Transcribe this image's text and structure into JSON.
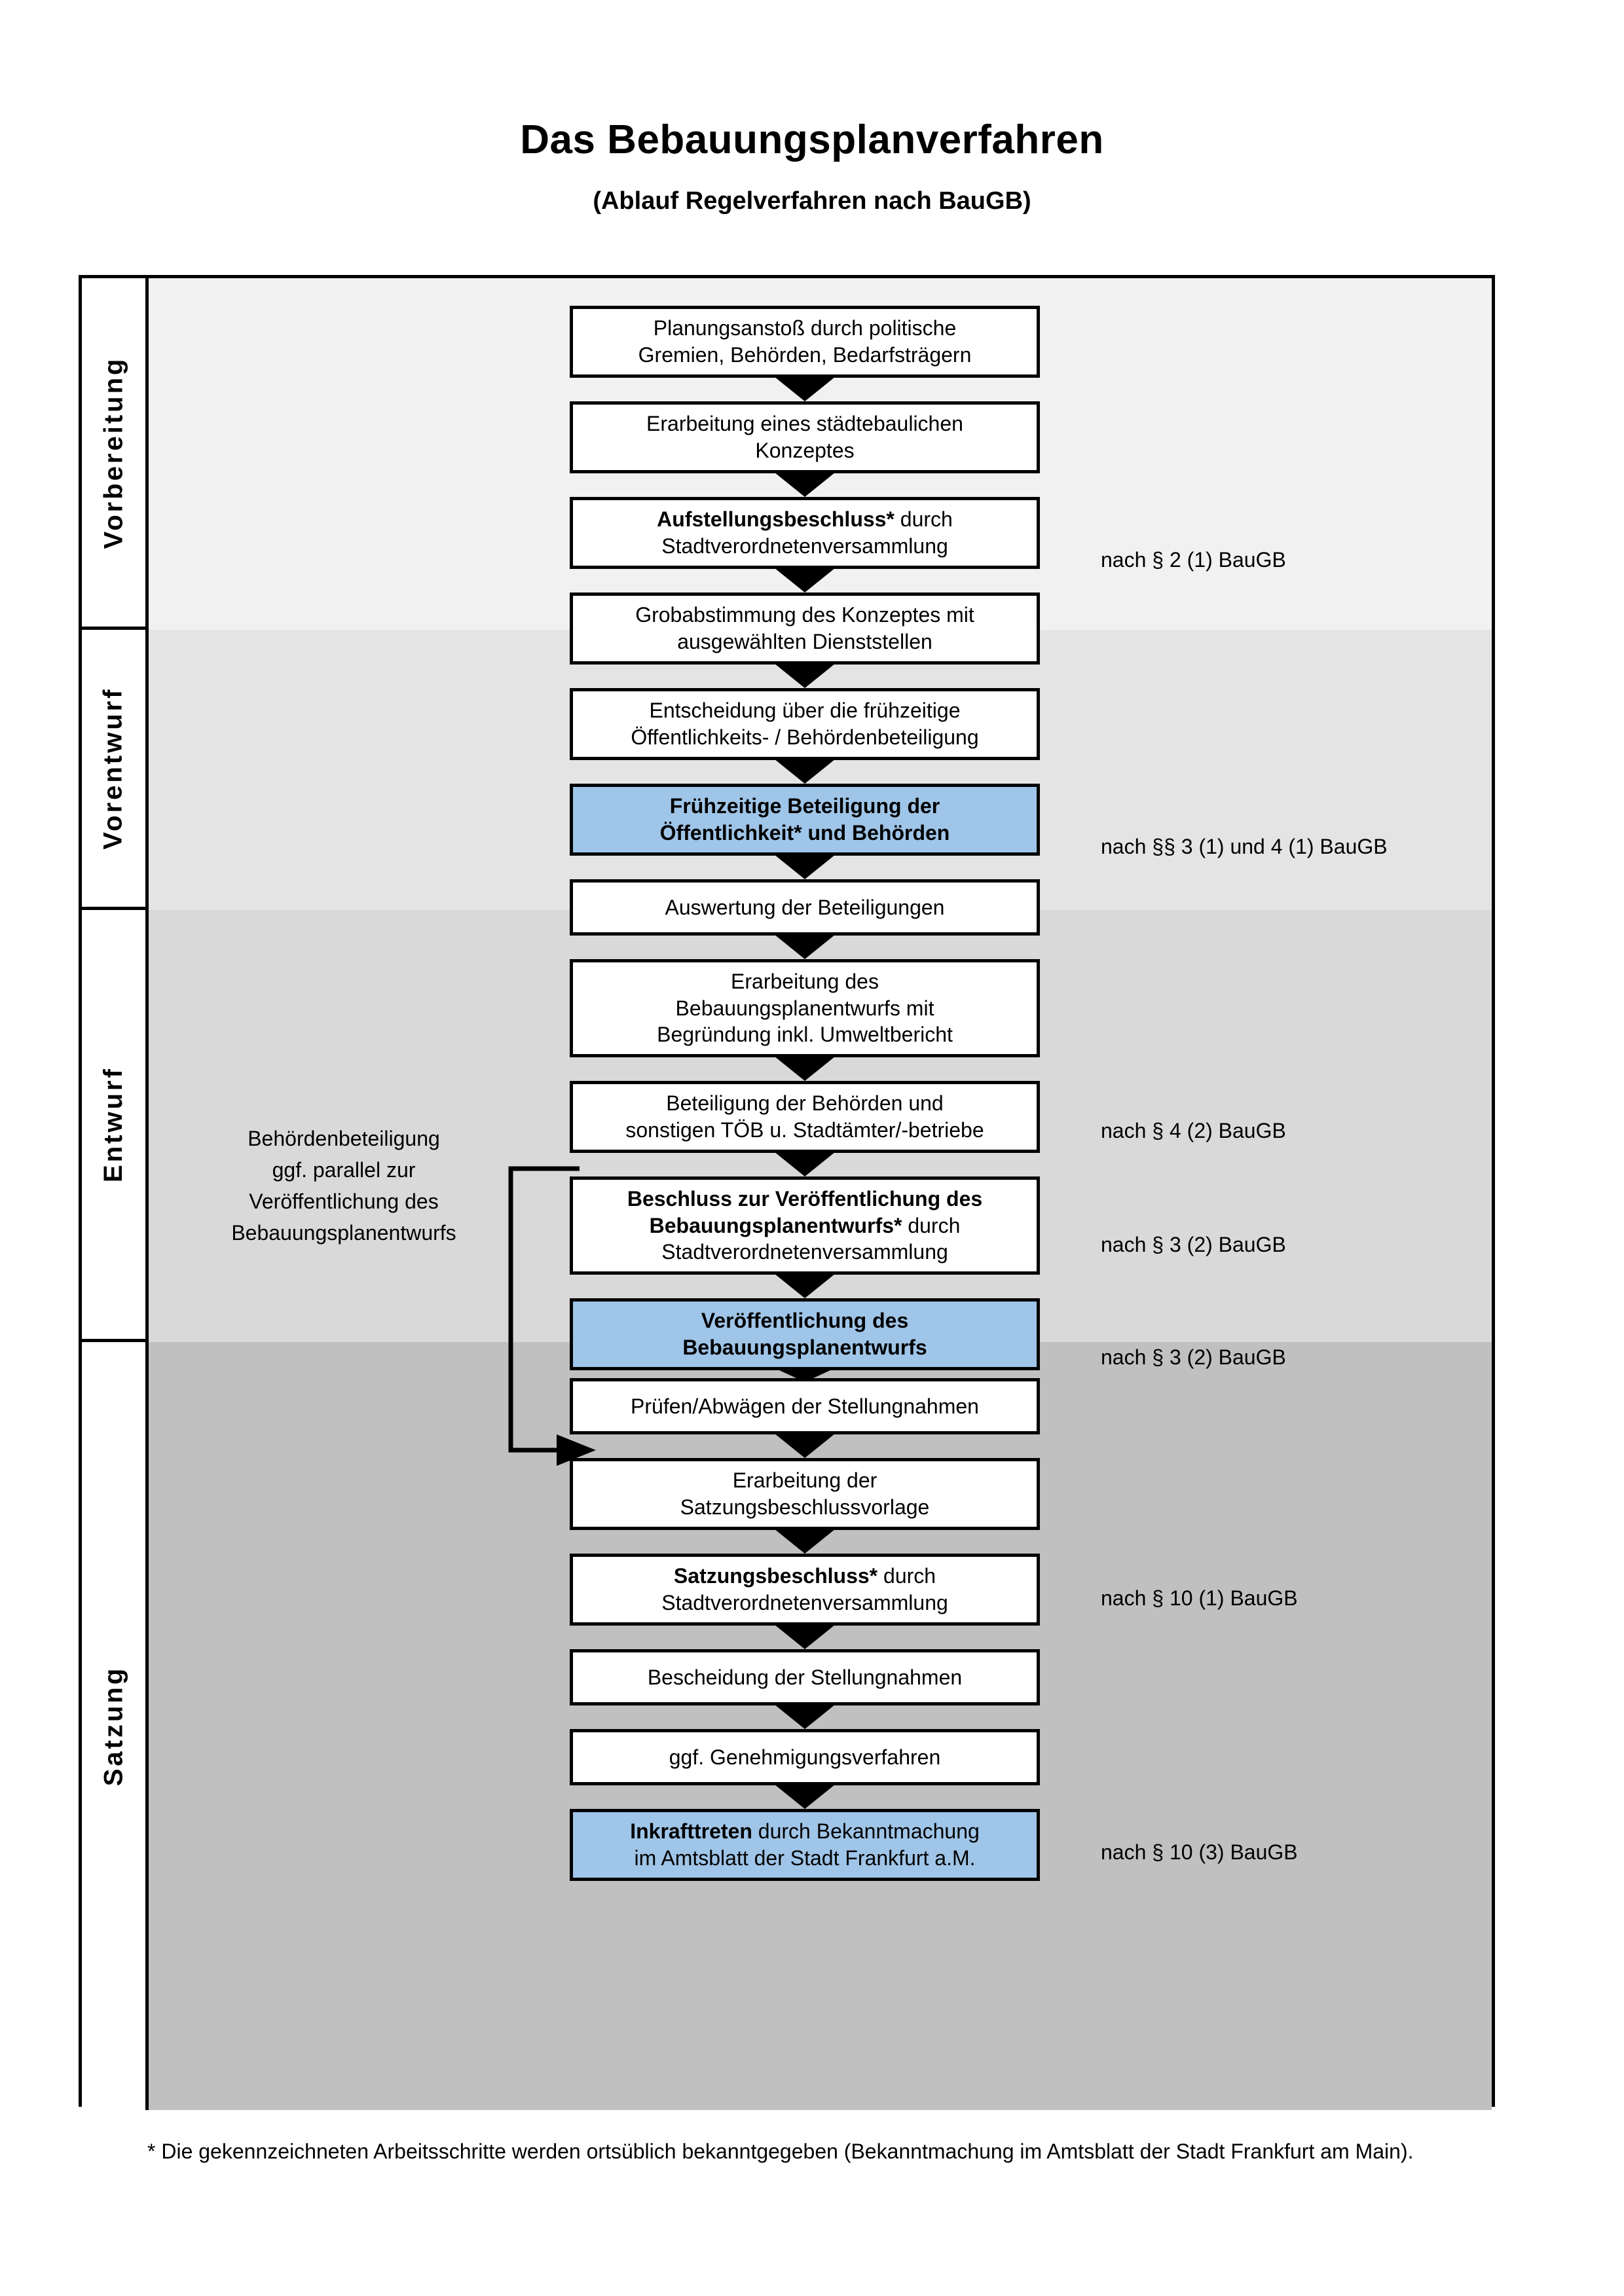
{
  "title": {
    "main": "Das Bebauungsplanverfahren",
    "sub": "(Ablauf Regelverfahren nach BauGB)"
  },
  "phases": [
    {
      "label": "Vorbereitung",
      "band_color": "#f1f1f1"
    },
    {
      "label": "Vorentwurf",
      "band_color": "#e4e4e4"
    },
    {
      "label": "Entwurf",
      "band_color": "#d9d9d9"
    },
    {
      "label": "Satzung",
      "band_color": "#c0c0c0"
    }
  ],
  "steps": [
    {
      "id": "planungsanstoss",
      "phase": "Vorbereitung",
      "highlight": false,
      "lines": [
        {
          "text": "Planungsanstoß durch politische",
          "bold": false
        },
        {
          "text": "Gremien, Behörden, Bedarfsträgern",
          "bold": false
        }
      ]
    },
    {
      "id": "staedtebauliches-konzept",
      "phase": "Vorbereitung",
      "highlight": false,
      "lines": [
        {
          "text": "Erarbeitung eines städtebaulichen",
          "bold": false
        },
        {
          "text": "Konzeptes",
          "bold": false
        }
      ]
    },
    {
      "id": "aufstellungsbeschluss",
      "phase": "Vorbereitung",
      "highlight": false,
      "lines": [
        {
          "text": "Aufstellungsbeschluss* ",
          "bold": true,
          "tail": "durch"
        },
        {
          "text": "Stadtverordnetenversammlung",
          "bold": false
        }
      ]
    },
    {
      "id": "grobabstimmung",
      "phase": "Vorentwurf",
      "highlight": false,
      "lines": [
        {
          "text": "Grobabstimmung des Konzeptes mit",
          "bold": false
        },
        {
          "text": "ausgewählten Dienststellen",
          "bold": false
        }
      ]
    },
    {
      "id": "entscheidung-fruehzeitige",
      "phase": "Vorentwurf",
      "highlight": false,
      "lines": [
        {
          "text": "Entscheidung über die frühzeitige",
          "bold": false
        },
        {
          "text": "Öffentlichkeits- / Behördenbeteiligung",
          "bold": false
        }
      ]
    },
    {
      "id": "fruehzeitige-beteiligung",
      "phase": "Vorentwurf",
      "highlight": true,
      "lines": [
        {
          "text": "Frühzeitige Beteiligung der",
          "bold": true
        },
        {
          "text": "Öffentlichkeit* und Behörden",
          "bold": true
        }
      ]
    },
    {
      "id": "auswertung-beteiligungen",
      "phase": "Entwurf",
      "highlight": false,
      "lines": [
        {
          "text": "Auswertung der Beteiligungen",
          "bold": false
        }
      ]
    },
    {
      "id": "erarbeitung-bplan-entwurf",
      "phase": "Entwurf",
      "highlight": false,
      "lines": [
        {
          "text": "Erarbeitung des",
          "bold": false
        },
        {
          "text": "Bebauungsplanentwurfs mit",
          "bold": false
        },
        {
          "text": "Begründung inkl. Umweltbericht",
          "bold": false
        }
      ]
    },
    {
      "id": "beteiligung-behoerden-toeb",
      "phase": "Entwurf",
      "highlight": false,
      "lines": [
        {
          "text": "Beteiligung der Behörden und",
          "bold": false
        },
        {
          "text": "sonstigen TÖB u. Stadtämter/-betriebe",
          "bold": false
        }
      ]
    },
    {
      "id": "beschluss-veroeffentlichung",
      "phase": "Entwurf",
      "highlight": false,
      "lines": [
        {
          "text": "Beschluss zur Veröffentlichung des",
          "bold": true
        },
        {
          "text": "Bebauungsplanentwurfs* ",
          "bold": true,
          "tail": "durch"
        },
        {
          "text": "Stadtverordnetenversammlung",
          "bold": false
        }
      ]
    },
    {
      "id": "veroeffentlichung-bplan",
      "phase": "Entwurf",
      "highlight": true,
      "lines": [
        {
          "text": "Veröffentlichung des",
          "bold": true
        },
        {
          "text": "Bebauungsplanentwurfs",
          "bold": true
        }
      ]
    },
    {
      "id": "pruefen-abwaegen",
      "phase": "Satzung",
      "highlight": false,
      "lines": [
        {
          "text": "Prüfen/Abwägen der Stellungnahmen",
          "bold": false
        }
      ]
    },
    {
      "id": "erarbeitung-satzungsvorlage",
      "phase": "Satzung",
      "highlight": false,
      "lines": [
        {
          "text": "Erarbeitung der",
          "bold": false
        },
        {
          "text": "Satzungsbeschlussvorlage",
          "bold": false
        }
      ]
    },
    {
      "id": "satzungsbeschluss",
      "phase": "Satzung",
      "highlight": false,
      "lines": [
        {
          "text": "Satzungsbeschluss* ",
          "bold": true,
          "tail": "durch"
        },
        {
          "text": "Stadtverordnetenversammlung",
          "bold": false
        }
      ]
    },
    {
      "id": "bescheidung-stellungnahmen",
      "phase": "Satzung",
      "highlight": false,
      "lines": [
        {
          "text": "Bescheidung der Stellungnahmen",
          "bold": false
        }
      ]
    },
    {
      "id": "genehmigungsverfahren",
      "phase": "Satzung",
      "highlight": false,
      "lines": [
        {
          "text": "ggf. Genehmigungsverfahren",
          "bold": false
        }
      ]
    },
    {
      "id": "inkrafttreten",
      "phase": "Satzung",
      "highlight": true,
      "lines": [
        {
          "text": "Inkrafttreten ",
          "bold": true,
          "tail": "durch Bekanntmachung"
        },
        {
          "text": "im Amtsblatt der Stadt Frankfurt a.M.",
          "bold": false
        }
      ]
    }
  ],
  "annotations": [
    {
      "id": "ann-p2-1",
      "text": "nach § 2 (1) BauGB"
    },
    {
      "id": "ann-p3-1-4-1",
      "text": "nach §§ 3 (1) und 4 (1) BauGB"
    },
    {
      "id": "ann-p4-2",
      "text": "nach § 4 (2) BauGB"
    },
    {
      "id": "ann-p3-2-a",
      "text": "nach § 3 (2) BauGB"
    },
    {
      "id": "ann-p3-2-b",
      "text": "nach § 3 (2) BauGB"
    },
    {
      "id": "ann-p10-1",
      "text": "nach § 10 (1) BauGB"
    },
    {
      "id": "ann-p10-3",
      "text": "nach § 10 (3) BauGB"
    }
  ],
  "side_note": {
    "lines": [
      "Behördenbeteiligung",
      "ggf. parallel zur",
      "Veröffentlichung des",
      "Bebauungsplanentwurfs"
    ]
  },
  "footnote": "* Die gekennzeichneten Arbeitsschritte werden ortsüblich bekanntgegeben (Bekanntmachung im Amtsblatt  der Stadt Frankfurt am Main).",
  "colors": {
    "highlight_box": "#9fc5e8",
    "frame": "#000000"
  }
}
